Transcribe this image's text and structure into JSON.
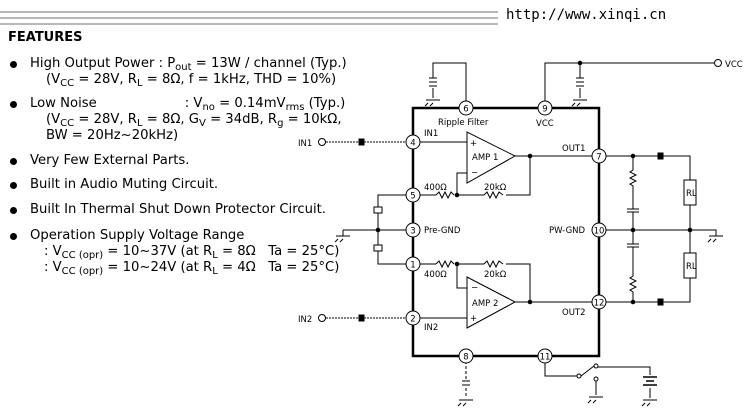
{
  "header": {
    "url": "http://www.xinqi.cn"
  },
  "features": {
    "title": "FEATURES",
    "lines": [
      {
        "bullet": true,
        "indent": 0,
        "segs": [
          [
            "High Output Power : P",
            ""
          ],
          [
            "out",
            "sub"
          ],
          [
            " = 13W / channel (Typ.)",
            ""
          ]
        ]
      },
      {
        "bullet": false,
        "indent": 1,
        "segs": [
          [
            "(V",
            ""
          ],
          [
            "CC",
            "sub"
          ],
          [
            " = 28V, R",
            ""
          ],
          [
            "L",
            "sub"
          ],
          [
            " = 8Ω, f = 1kHz, THD = 10%)",
            ""
          ]
        ]
      },
      {
        "bullet": true,
        "indent": 0,
        "segs": [
          [
            "Low Noise                     : V",
            ""
          ],
          [
            "no",
            "sub"
          ],
          [
            " = 0.14mV",
            ""
          ],
          [
            "rms",
            "sub"
          ],
          [
            " (Typ.)",
            ""
          ]
        ]
      },
      {
        "bullet": false,
        "indent": 1,
        "segs": [
          [
            "(V",
            ""
          ],
          [
            "CC",
            "sub"
          ],
          [
            " = 28V, R",
            ""
          ],
          [
            "L",
            "sub"
          ],
          [
            " = 8Ω, G",
            ""
          ],
          [
            "V",
            "sub"
          ],
          [
            " = 34dB, R",
            ""
          ],
          [
            "g",
            "sub"
          ],
          [
            " = 10kΩ,",
            ""
          ]
        ]
      },
      {
        "bullet": false,
        "indent": 1,
        "segs": [
          [
            "BW = 20Hz~20kHz)",
            ""
          ]
        ]
      },
      {
        "bullet": true,
        "indent": 0,
        "segs": [
          [
            "Very Few External Parts.",
            ""
          ]
        ]
      },
      {
        "bullet": true,
        "indent": 0,
        "segs": [
          [
            "Built in Audio Muting Circuit.",
            ""
          ]
        ]
      },
      {
        "bullet": true,
        "indent": 0,
        "segs": [
          [
            "Built In Thermal Shut Down Protector Circuit.",
            ""
          ]
        ]
      },
      {
        "bullet": true,
        "indent": 0,
        "segs": [
          [
            "Operation Supply Voltage Range",
            ""
          ]
        ]
      },
      {
        "bullet": false,
        "indent": 2,
        "segs": [
          [
            ": V",
            ""
          ],
          [
            "CC (opr)",
            "sub"
          ],
          [
            " = 10~37V (at R",
            ""
          ],
          [
            "L",
            "sub"
          ],
          [
            " = 8Ω   Ta = 25°C)",
            ""
          ]
        ]
      },
      {
        "bullet": false,
        "indent": 2,
        "segs": [
          [
            ": V",
            ""
          ],
          [
            "CC (opr)",
            "sub"
          ],
          [
            " = 10~24V (at R",
            ""
          ],
          [
            "L",
            "sub"
          ],
          [
            " = 4Ω   Ta = 25°C)",
            ""
          ]
        ]
      }
    ]
  },
  "circuit": {
    "pins": [
      "6",
      "9",
      "4",
      "5",
      "3",
      "1",
      "2",
      "7",
      "10",
      "12",
      "8",
      "11"
    ],
    "labels": {
      "ripple_filter": "Ripple Filter",
      "vcc_pin": "VCC",
      "vcc_supply": "VCC",
      "in1_pin": "IN1",
      "in2_pin": "IN2",
      "in1": "IN1",
      "in2": "IN2",
      "pre_gnd": "Pre-GND",
      "pw_gnd": "PW-GND",
      "out1": "OUT1",
      "out2": "OUT2",
      "amp1": "AMP 1",
      "amp2": "AMP 2",
      "r400_1": "400Ω",
      "r20k_1": "20kΩ",
      "r400_2": "400Ω",
      "r20k_2": "20kΩ",
      "rl1": "RL",
      "rl2": "RL"
    }
  }
}
